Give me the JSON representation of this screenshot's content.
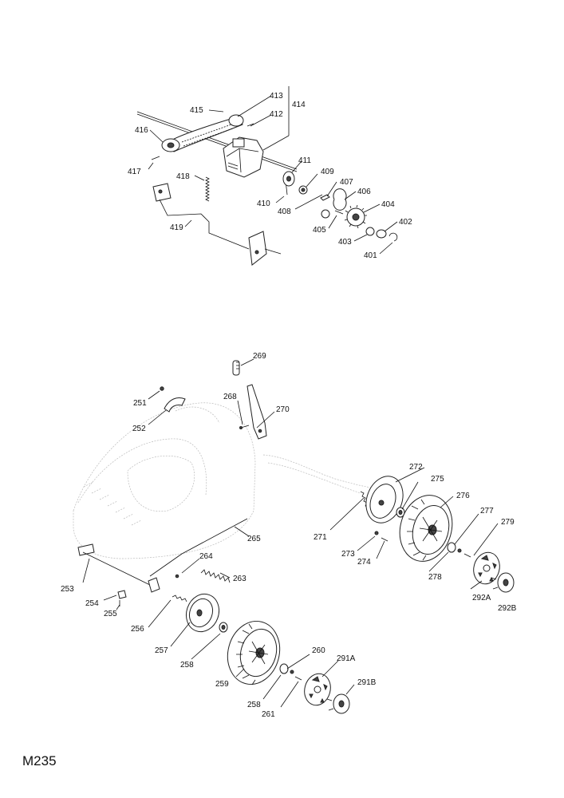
{
  "diagram_code": "M235",
  "labels": {
    "p401": "401",
    "p402": "402",
    "p403": "403",
    "p404": "404",
    "p405": "405",
    "p406": "406",
    "p407": "407",
    "p408": "408",
    "p409": "409",
    "p410": "410",
    "p411": "411",
    "p412": "412",
    "p413": "413",
    "p414": "414",
    "p415": "415",
    "p416": "416",
    "p417": "417",
    "p418": "418",
    "p419": "419",
    "p251": "251",
    "p252": "252",
    "p253": "253",
    "p254": "254",
    "p255": "255",
    "p256": "256",
    "p257": "257",
    "p258a": "258",
    "p258b": "258",
    "p259": "259",
    "p260": "260",
    "p261": "261",
    "p263": "263",
    "p264": "264",
    "p265": "265",
    "p268": "268",
    "p269": "269",
    "p270": "270",
    "p271": "271",
    "p272": "272",
    "p273": "273",
    "p274": "274",
    "p275": "275",
    "p276": "276",
    "p277": "277",
    "p278": "278",
    "p279": "279",
    "p291A": "291A",
    "p291B": "291B",
    "p292A": "292A",
    "p292B": "292B"
  }
}
